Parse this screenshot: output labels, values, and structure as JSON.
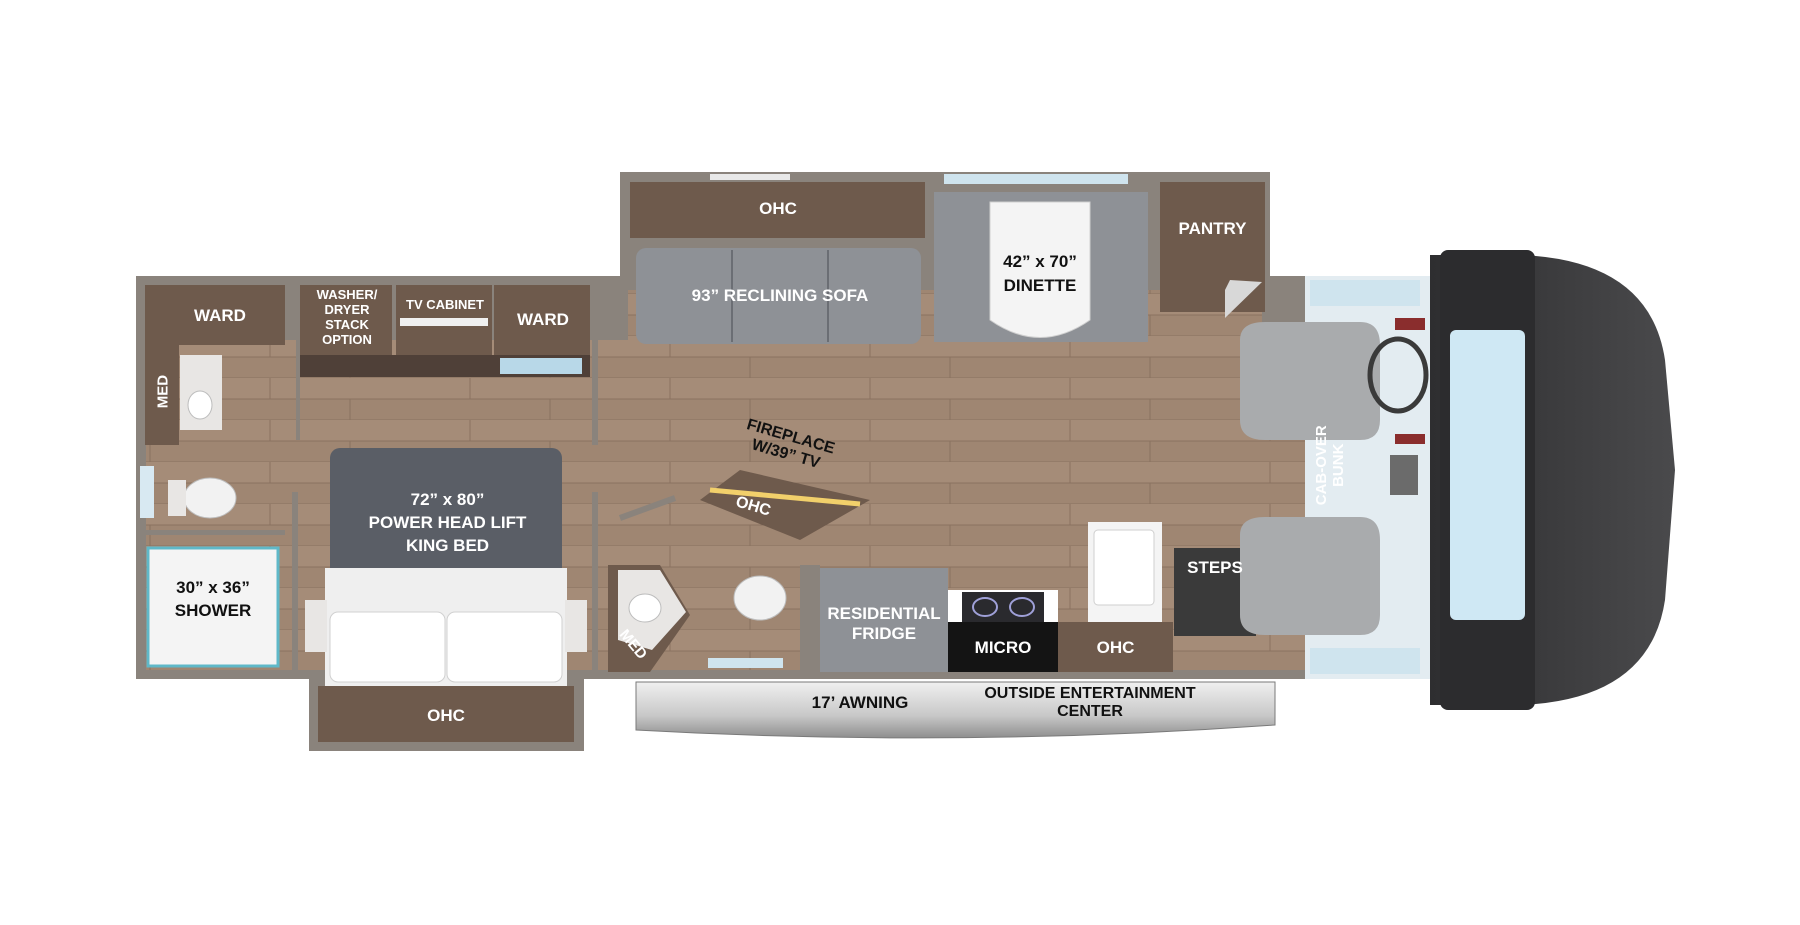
{
  "labels": {
    "ohc_top": "OHC",
    "pantry": "PANTRY",
    "sofa": "93” RECLINING SOFA",
    "dinette_size": "42” x 70”",
    "dinette": "DINETTE",
    "ward_left": "WARD",
    "washer_dryer": "WASHER/\nDRYER\nSTACK\nOPTION",
    "tv_cabinet": "TV CABINET",
    "ward_right": "WARD",
    "med_left": "MED",
    "bed_size": "72” x 80”",
    "bed_line2": "POWER  HEAD LIFT",
    "bed_line3": "KING BED",
    "shower_size": "30” x 36”",
    "shower": "SHOWER",
    "fireplace": "FIREPLACE\nW/39” TV",
    "ohc_fireplace": "OHC",
    "med_corner": "MED",
    "residential_fridge": "RESIDENTIAL\nFRIDGE",
    "micro": "MICRO",
    "ohc_kitchen": "OHC",
    "steps": "STEPS",
    "cab_over_bunk": "CAB-OVER\nBUNK",
    "ohc_bottom": "OHC",
    "awning": "17’ AWNING",
    "outside_entertainment": "OUTSIDE ENTERTAINMENT\nCENTER"
  },
  "colors": {
    "wall": "#8a837c",
    "floor": "#9c8470",
    "cabinet": "#6e5a4c",
    "upholstery": "#8e9196",
    "counter": "#e8e6e4",
    "cab_shell": "#3c3c3e",
    "windshield": "#cfe8f4"
  }
}
